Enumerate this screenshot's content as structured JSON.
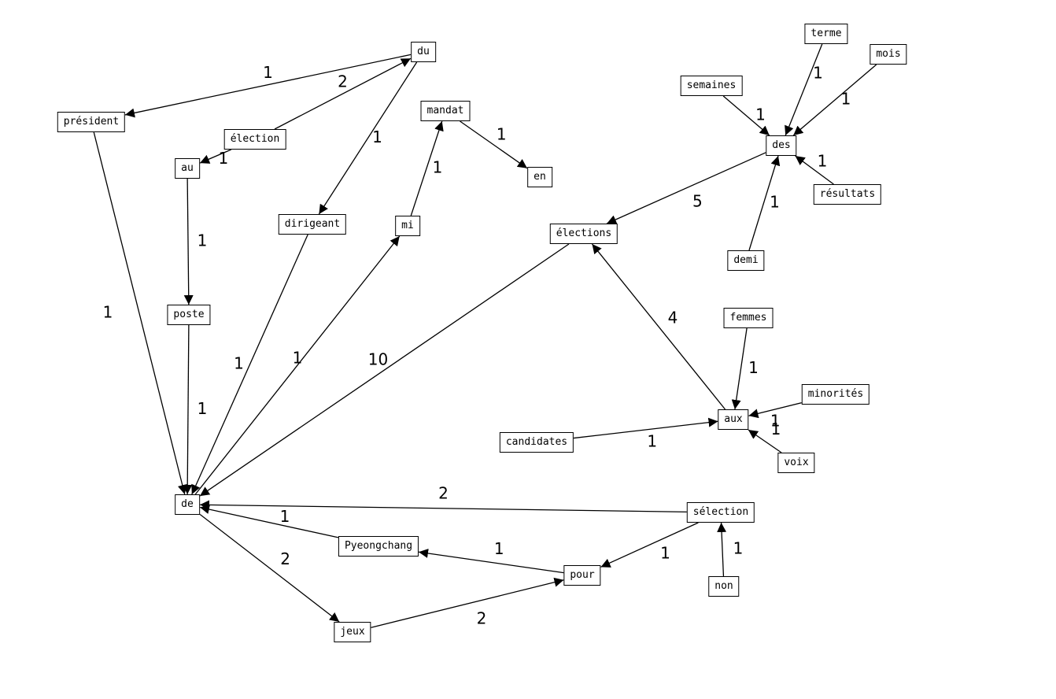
{
  "nodes": [
    {
      "id": "du",
      "label": "du"
    },
    {
      "id": "president",
      "label": "président"
    },
    {
      "id": "election",
      "label": "élection"
    },
    {
      "id": "au",
      "label": "au"
    },
    {
      "id": "mandat",
      "label": "mandat"
    },
    {
      "id": "en",
      "label": "en"
    },
    {
      "id": "dirigeant",
      "label": "dirigeant"
    },
    {
      "id": "mi",
      "label": "mi"
    },
    {
      "id": "poste",
      "label": "poste"
    },
    {
      "id": "de",
      "label": "de"
    },
    {
      "id": "elections",
      "label": "élections"
    },
    {
      "id": "terme",
      "label": "terme"
    },
    {
      "id": "semaines",
      "label": "semaines"
    },
    {
      "id": "mois",
      "label": "mois"
    },
    {
      "id": "des",
      "label": "des"
    },
    {
      "id": "resultats",
      "label": "résultats"
    },
    {
      "id": "demi",
      "label": "demi"
    },
    {
      "id": "femmes",
      "label": "femmes"
    },
    {
      "id": "minorites",
      "label": "minorités"
    },
    {
      "id": "aux",
      "label": "aux"
    },
    {
      "id": "candidates",
      "label": "candidates"
    },
    {
      "id": "voix",
      "label": "voix"
    },
    {
      "id": "selection",
      "label": "sélection"
    },
    {
      "id": "pyeongchang",
      "label": "Pyeongchang"
    },
    {
      "id": "pour",
      "label": "pour"
    },
    {
      "id": "non",
      "label": "non"
    },
    {
      "id": "jeux",
      "label": "jeux"
    }
  ],
  "edges": [
    {
      "from": "du",
      "to": "president",
      "weight": "1"
    },
    {
      "from": "election",
      "to": "du",
      "weight": "2"
    },
    {
      "from": "election",
      "to": "au",
      "weight": "1"
    },
    {
      "from": "du",
      "to": "dirigeant",
      "weight": "1"
    },
    {
      "from": "mandat",
      "to": "en",
      "weight": "1"
    },
    {
      "from": "mi",
      "to": "mandat",
      "weight": "1"
    },
    {
      "from": "au",
      "to": "poste",
      "weight": "1"
    },
    {
      "from": "president",
      "to": "de",
      "weight": "1"
    },
    {
      "from": "poste",
      "to": "de",
      "weight": "1"
    },
    {
      "from": "dirigeant",
      "to": "de",
      "weight": "1"
    },
    {
      "from": "de",
      "to": "mi",
      "weight": "1"
    },
    {
      "from": "elections",
      "to": "de",
      "weight": "10"
    },
    {
      "from": "des",
      "to": "elections",
      "weight": "5"
    },
    {
      "from": "semaines",
      "to": "des",
      "weight": "1"
    },
    {
      "from": "terme",
      "to": "des",
      "weight": "1"
    },
    {
      "from": "mois",
      "to": "des",
      "weight": "1"
    },
    {
      "from": "resultats",
      "to": "des",
      "weight": "1"
    },
    {
      "from": "demi",
      "to": "des",
      "weight": "1"
    },
    {
      "from": "aux",
      "to": "elections",
      "weight": "4"
    },
    {
      "from": "femmes",
      "to": "aux",
      "weight": "1"
    },
    {
      "from": "minorites",
      "to": "aux",
      "weight": "1"
    },
    {
      "from": "voix",
      "to": "aux",
      "weight": "1"
    },
    {
      "from": "candidates",
      "to": "aux",
      "weight": "1"
    },
    {
      "from": "selection",
      "to": "de",
      "weight": "2"
    },
    {
      "from": "pyeongchang",
      "to": "de",
      "weight": "1"
    },
    {
      "from": "de",
      "to": "jeux",
      "weight": "2"
    },
    {
      "from": "jeux",
      "to": "pour",
      "weight": "2"
    },
    {
      "from": "pour",
      "to": "pyeongchang",
      "weight": "1"
    },
    {
      "from": "selection",
      "to": "pour",
      "weight": "1"
    },
    {
      "from": "non",
      "to": "selection",
      "weight": "1"
    }
  ]
}
